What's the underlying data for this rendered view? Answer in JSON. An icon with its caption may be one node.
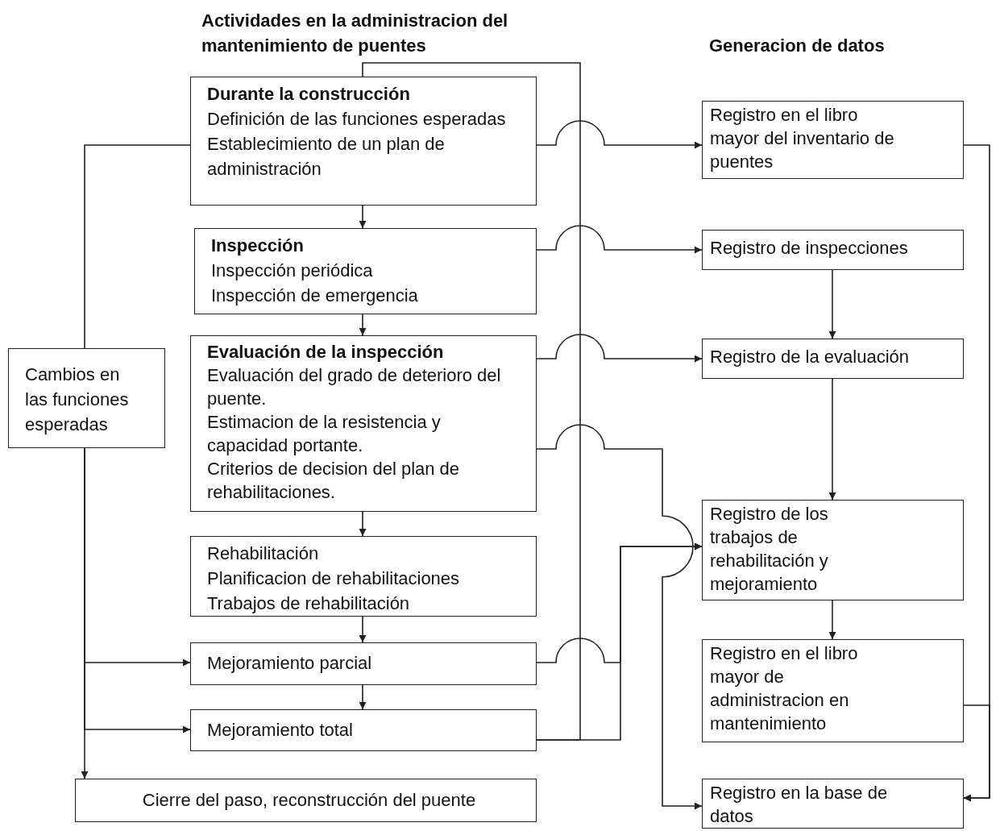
{
  "diagram": {
    "nodes": [
      {
        "text": [
          "**Durante la construcción**",
          "Definición de las funciones esperadas",
          "Establecimiento de un plan de administración"
        ]
      },
      {
        "text": [
          "**Inspección**",
          "Inspección periódica",
          "Inspección de emergencia"
        ]
      },
      {
        "text": [
          "**Evaluación de la inspección**",
          "Evaluación del grado de deterioro del puente.",
          "Estimacion de la resistencia y capacidad portante.",
          "Criterios de decision del plan de rehabilitaciones."
        ]
      },
      {
        "text": [
          "Rehabilitación",
          "Planificacion de rehabilitaciones",
          "Trabajos de rehabilitación"
        ]
      },
      {
        "text": [
          "Mejoramiento parcial"
        ]
      },
      {
        "text": [
          "Mejoramiento total"
        ]
      },
      {
        "text": [
          "Cierre del paso, reconstrucción del puente"
        ]
      },
      {
        "text": [
          "Cambios en las funciones esperadas"
        ]
      },
      {
        "text": [
          "Registro en el libro mayor del inventario de puentes"
        ]
      },
      {
        "text": [
          "Registro de inspecciones"
        ]
      },
      {
        "text": [
          "Registro de la evaluación"
        ]
      },
      {
        "text": [
          "Registro de los trabajos de rehabilitación y mejoramiento"
        ]
      },
      {
        "text": [
          "Registro en el libro mayor de administracion en mantenimiento"
        ]
      },
      {
        "text": [
          "Registro en la base de datos"
        ]
      }
    ],
    "edges": [
      {
        "from": 0,
        "to": 1,
        "arrow": "to"
      },
      {
        "from": 1,
        "to": 2,
        "arrow": "to"
      },
      {
        "from": 2,
        "to": 3,
        "arrow": "to"
      },
      {
        "from": 3,
        "to": 4,
        "arrow": "to"
      },
      {
        "from": 4,
        "to": 5,
        "arrow": "to"
      },
      {
        "from": 0,
        "to": 7,
        "arrow": "none"
      },
      {
        "from": 7,
        "to": 6,
        "arrow": "to"
      },
      {
        "from": 7,
        "to": 4,
        "arrow": "to"
      },
      {
        "from": 7,
        "to": 5,
        "arrow": "to"
      },
      {
        "from": 5,
        "to": 0,
        "arrow": "none"
      },
      {
        "from": 0,
        "to": 8,
        "arrow": "to"
      },
      {
        "from": 1,
        "to": 9,
        "arrow": "to"
      },
      {
        "from": 2,
        "to": 10,
        "arrow": "to"
      },
      {
        "from": 2,
        "to": 13,
        "arrow": "to"
      },
      {
        "from": 4,
        "to": 11,
        "arrow": "to"
      },
      {
        "from": 5,
        "to": 11,
        "arrow": "to"
      },
      {
        "from": 9,
        "to": 10,
        "arrow": "to"
      },
      {
        "from": 10,
        "to": 11,
        "arrow": "to"
      },
      {
        "from": 11,
        "to": 12,
        "arrow": "to"
      },
      {
        "from": 8,
        "to": 13,
        "arrow": "to"
      },
      {
        "from": 12,
        "to": 13,
        "arrow": "to"
      }
    ],
    "labels": [
      "Actividades en la administracion del mantenimiento de puentes",
      "Generacion de datos"
    ]
  }
}
